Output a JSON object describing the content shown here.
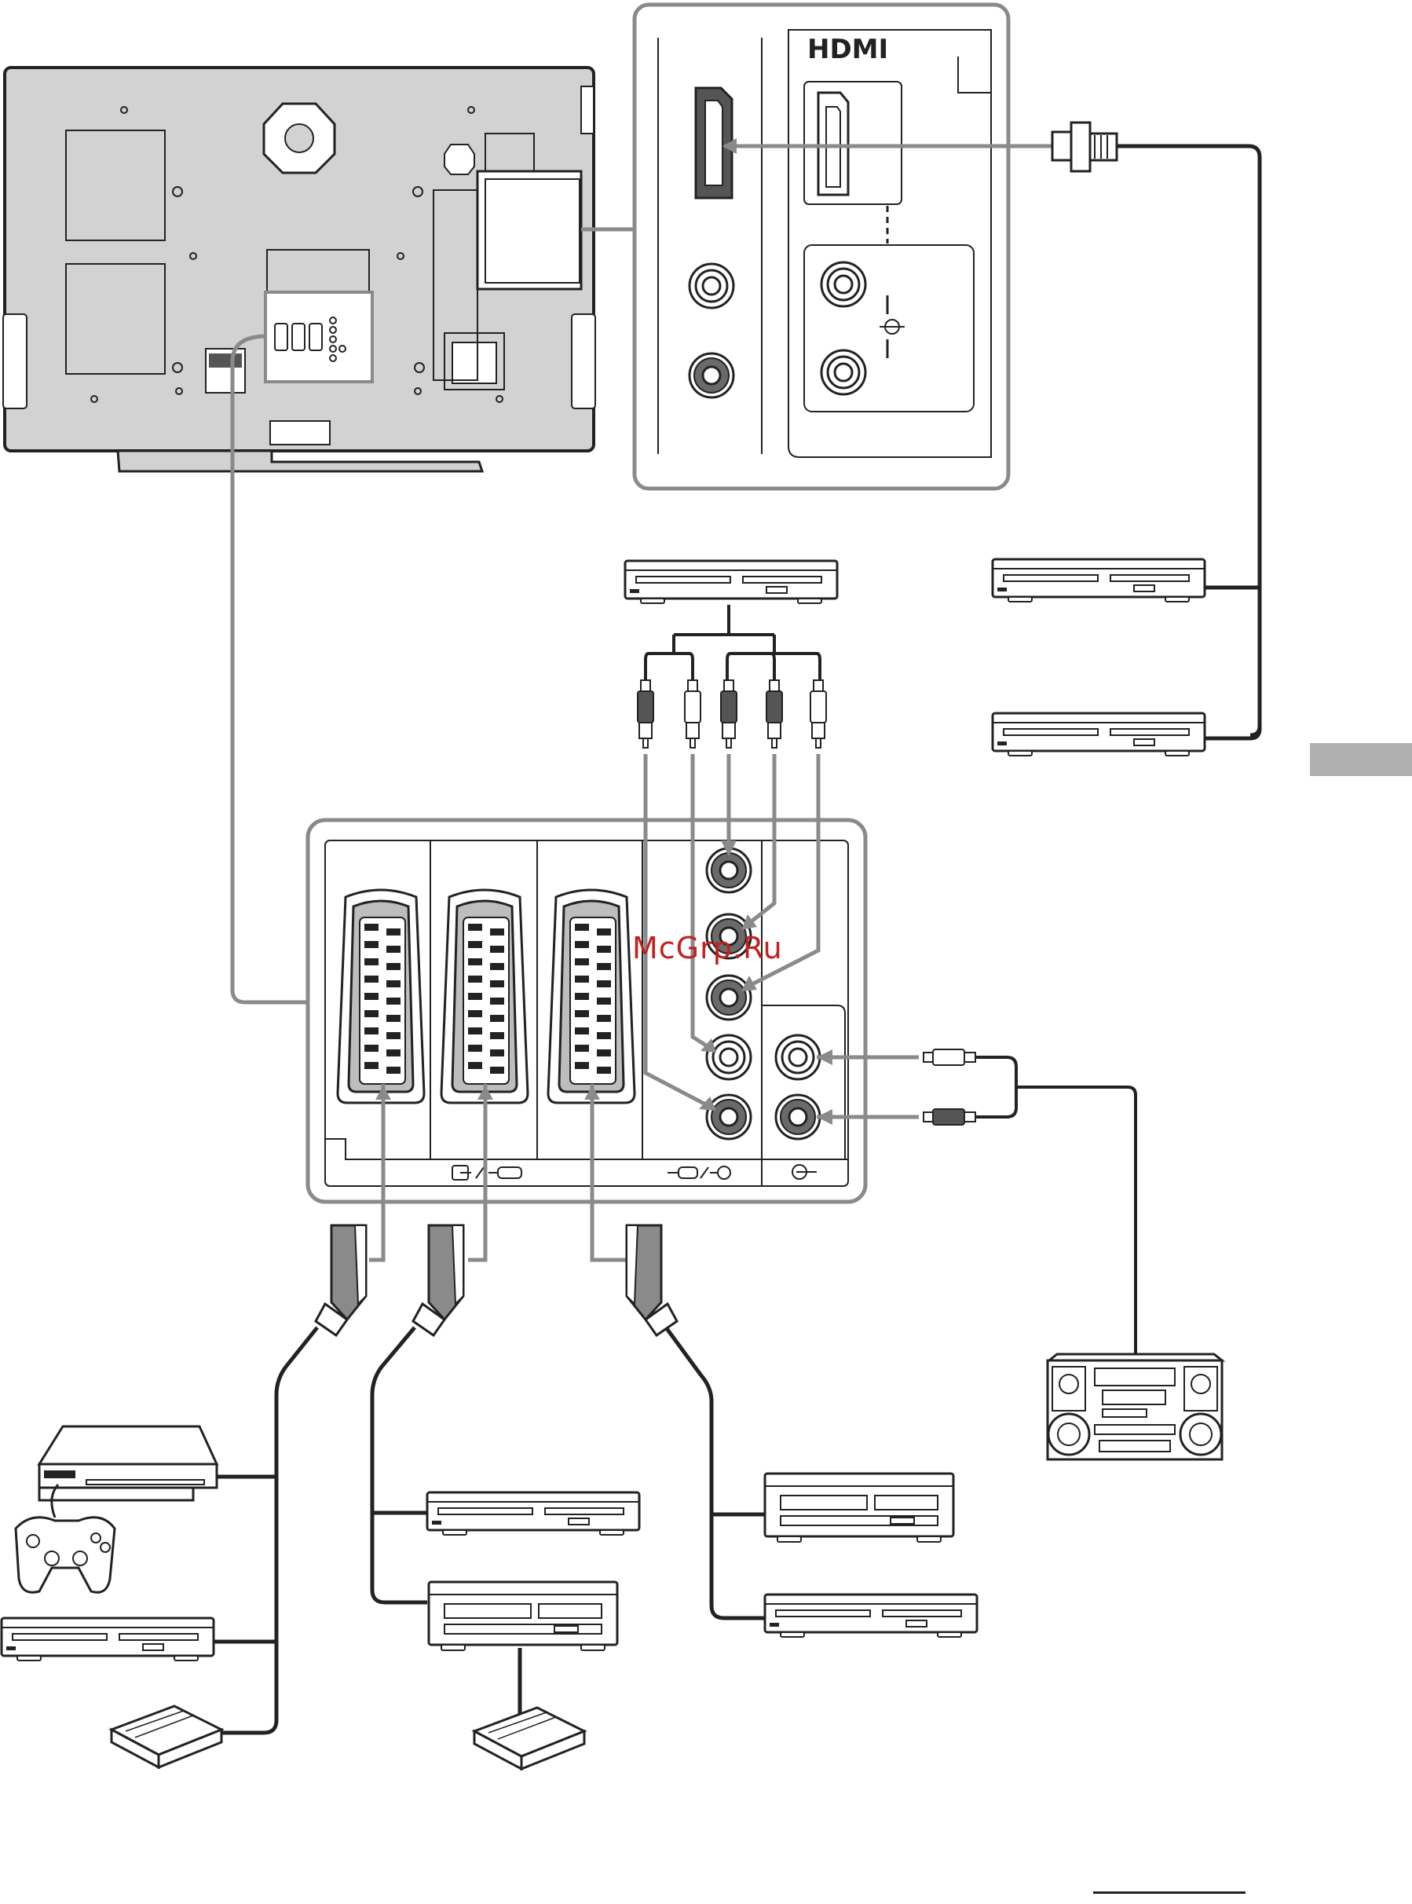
{
  "labels": {
    "hdmi_logo": "HDMI",
    "watermark": "McGrp.Ru"
  },
  "colors": {
    "line": "#222222",
    "panel_fill": "#d2d2d2",
    "cable_grey": "#8a8a8a",
    "watermark": "#c2201e",
    "side_tab": "#b0b0b0"
  },
  "icons": [
    "tv-rear-view",
    "hdmi-socket-icon",
    "scart-socket-icon",
    "rca-socket-icon",
    "rca-plug-icon",
    "scart-plug-icon",
    "hdmi-plug-icon",
    "dvd-player-icon",
    "vcr-icon",
    "game-console-icon",
    "gamepad-icon",
    "decoder-box-icon",
    "hifi-system-icon"
  ]
}
